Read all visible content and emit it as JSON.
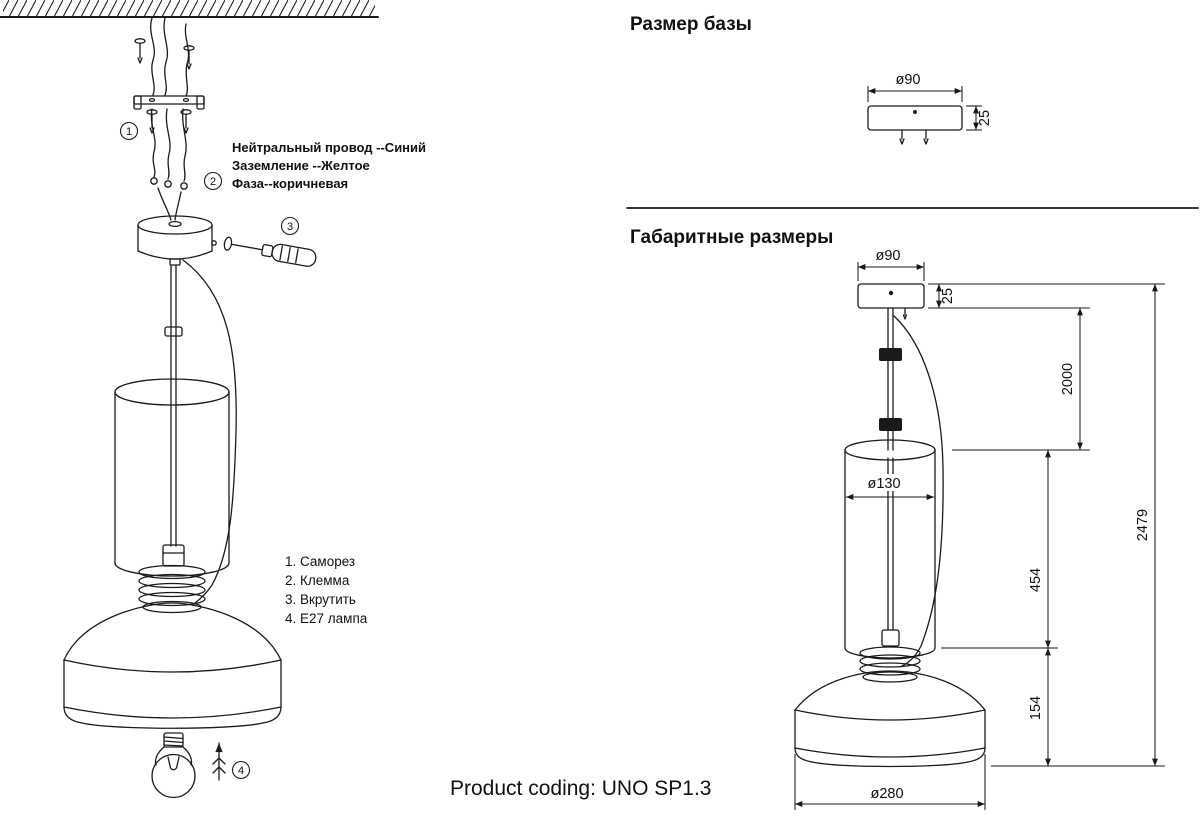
{
  "titles": {
    "base_size": "Размер базы",
    "overall_size": "Габаритные размеры",
    "product_coding": "Product coding: UNO SP1.3"
  },
  "assembly": {
    "wire_labels": {
      "neutral": "Нейтральный провод --Синий",
      "ground": "Заземление --Желтое",
      "phase": "Фаза--коричневая"
    },
    "steps": {
      "s1": "1",
      "s2": "2",
      "s3": "3",
      "s4": "4"
    },
    "legend": {
      "item1": "1. Саморез",
      "item2": "2. Клемма",
      "item3": "3. Вкрутить",
      "item4": "4. E27 лампа"
    }
  },
  "base_drawing": {
    "diameter": "ø90",
    "height": "25"
  },
  "overall_drawing": {
    "top_diameter": "ø90",
    "base_height": "25",
    "cord_length": "2000",
    "glass_diameter": "ø130",
    "glass_height": "454",
    "shade_height": "154",
    "total_height": "2479",
    "shade_diameter": "ø280"
  }
}
